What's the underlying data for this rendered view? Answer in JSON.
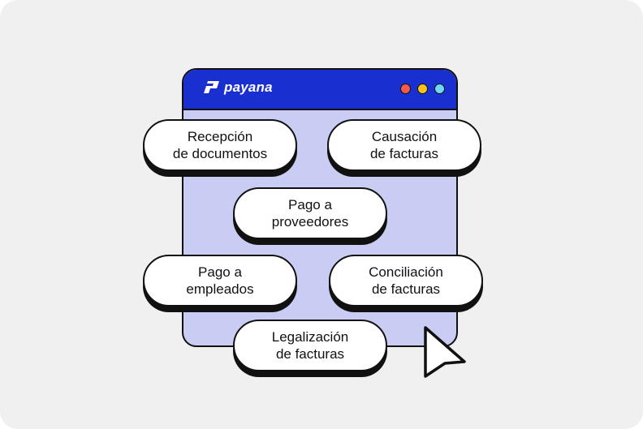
{
  "brand": {
    "name": "payana",
    "accent": "#1a2fd0",
    "window_bg": "#c9cdf3",
    "logo_icon": "payana-logo-icon"
  },
  "window_controls": [
    {
      "name": "dot-red",
      "color": "#f15b4c"
    },
    {
      "name": "dot-yellow",
      "color": "#f7c21a"
    },
    {
      "name": "dot-cyan",
      "color": "#6fd8f2"
    }
  ],
  "features": [
    {
      "label": "Recepción\nde documentos"
    },
    {
      "label": "Causación\nde facturas"
    },
    {
      "label": "Pago a\nproveedores"
    },
    {
      "label": "Pago a\nempleados"
    },
    {
      "label": "Conciliación\nde facturas"
    },
    {
      "label": "Legalización\nde facturas"
    }
  ],
  "cursor_icon": "mouse-pointer-icon"
}
